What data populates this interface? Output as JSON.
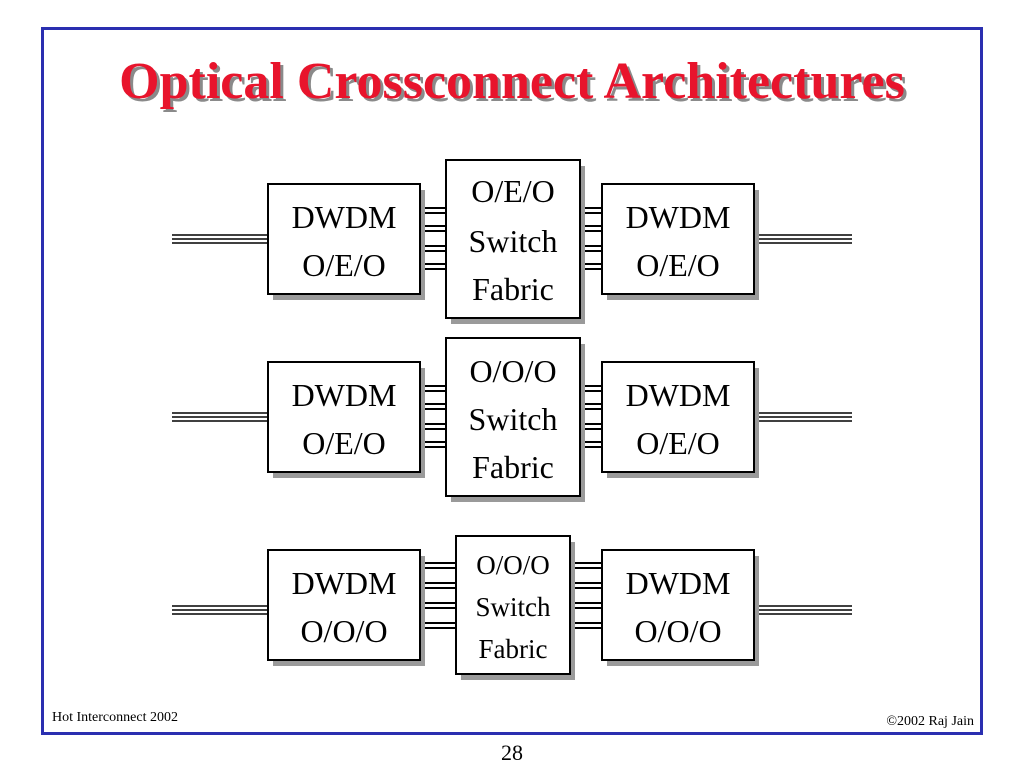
{
  "slide": {
    "title": "Optical Crossconnect Architectures",
    "footer_left": "Hot Interconnect 2002",
    "footer_right": "©2002 Raj Jain",
    "page_number": "28"
  },
  "rows": [
    {
      "left": {
        "line1": "DWDM",
        "line2": "O/E/O"
      },
      "switch": {
        "line1": "O/E/O",
        "line2": "Switch",
        "line3": "Fabric"
      },
      "right": {
        "line1": "DWDM",
        "line2": "O/E/O"
      }
    },
    {
      "left": {
        "line1": "DWDM",
        "line2": "O/E/O"
      },
      "switch": {
        "line1": "O/O/O",
        "line2": "Switch",
        "line3": "Fabric"
      },
      "right": {
        "line1": "DWDM",
        "line2": "O/E/O"
      }
    },
    {
      "left": {
        "line1": "DWDM",
        "line2": "O/O/O"
      },
      "switch": {
        "line1": "O/O/O",
        "line2": "Switch",
        "line3": "Fabric"
      },
      "right": {
        "line1": "DWDM",
        "line2": "O/O/O"
      }
    }
  ]
}
